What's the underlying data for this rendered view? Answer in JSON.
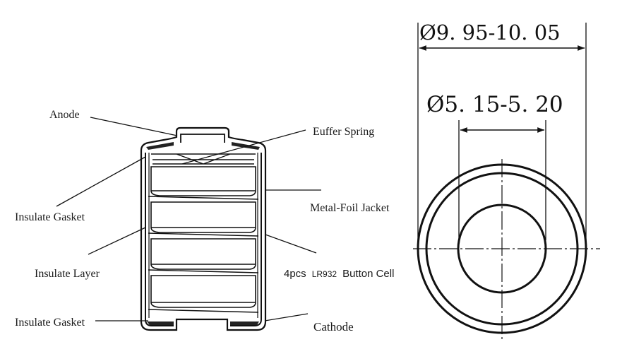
{
  "labels": {
    "anode": "Anode",
    "euffer_spring": "Euffer Spring",
    "insulate_gasket_top": "Insulate Gasket",
    "metal_foil_jacket": "Metal-Foil Jacket",
    "insulate_layer": "Insulate Layer",
    "button_cell_prefix": "4pcs",
    "button_cell_model": "LR932",
    "button_cell_suffix": "Button Cell",
    "insulate_gasket_bottom": "Insulate Gasket",
    "cathode": "Cathode"
  },
  "dimensions": {
    "outer_diameter": "Ø9. 95-10. 05",
    "inner_diameter": "Ø5. 15-5. 20"
  },
  "cell_count": 4,
  "colors": {
    "line": "#111111",
    "background": "#ffffff"
  }
}
